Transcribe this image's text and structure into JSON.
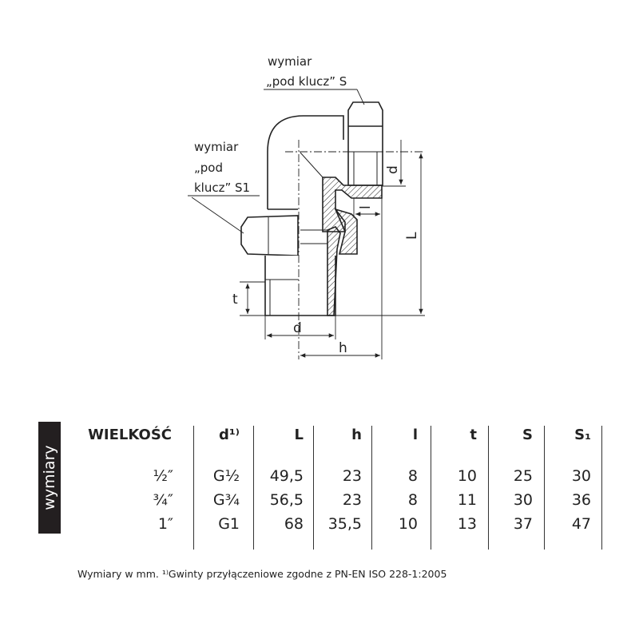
{
  "drawing": {
    "label_s_line1": "wymiar",
    "label_s_line2": "„pod klucz” S",
    "label_s1_line1": "wymiar",
    "label_s1_line2": "„pod",
    "label_s1_line3": "klucz” S1",
    "dim_t": "t",
    "dim_d_bottom": "d",
    "dim_h": "h",
    "dim_L": "L",
    "dim_d_right": "d",
    "dim_l": "l"
  },
  "table": {
    "side_label": "wymiary",
    "headers": [
      "WIELKOŚĆ",
      "d¹⁾",
      "L",
      "h",
      "l",
      "t",
      "S",
      "S₁"
    ],
    "rows": [
      [
        "½″",
        "G½",
        "49,5",
        "23",
        "8",
        "10",
        "25",
        "30"
      ],
      [
        "¾″",
        "G¾",
        "56,5",
        "23",
        "8",
        "11",
        "30",
        "36"
      ],
      [
        "1″",
        "G1",
        "68",
        "35,5",
        "10",
        "13",
        "37",
        "47"
      ]
    ]
  },
  "footnote": "Wymiary w mm. ¹⁾Gwinty przyłączeniowe zgodne z PN-EN ISO 228-1:2005"
}
